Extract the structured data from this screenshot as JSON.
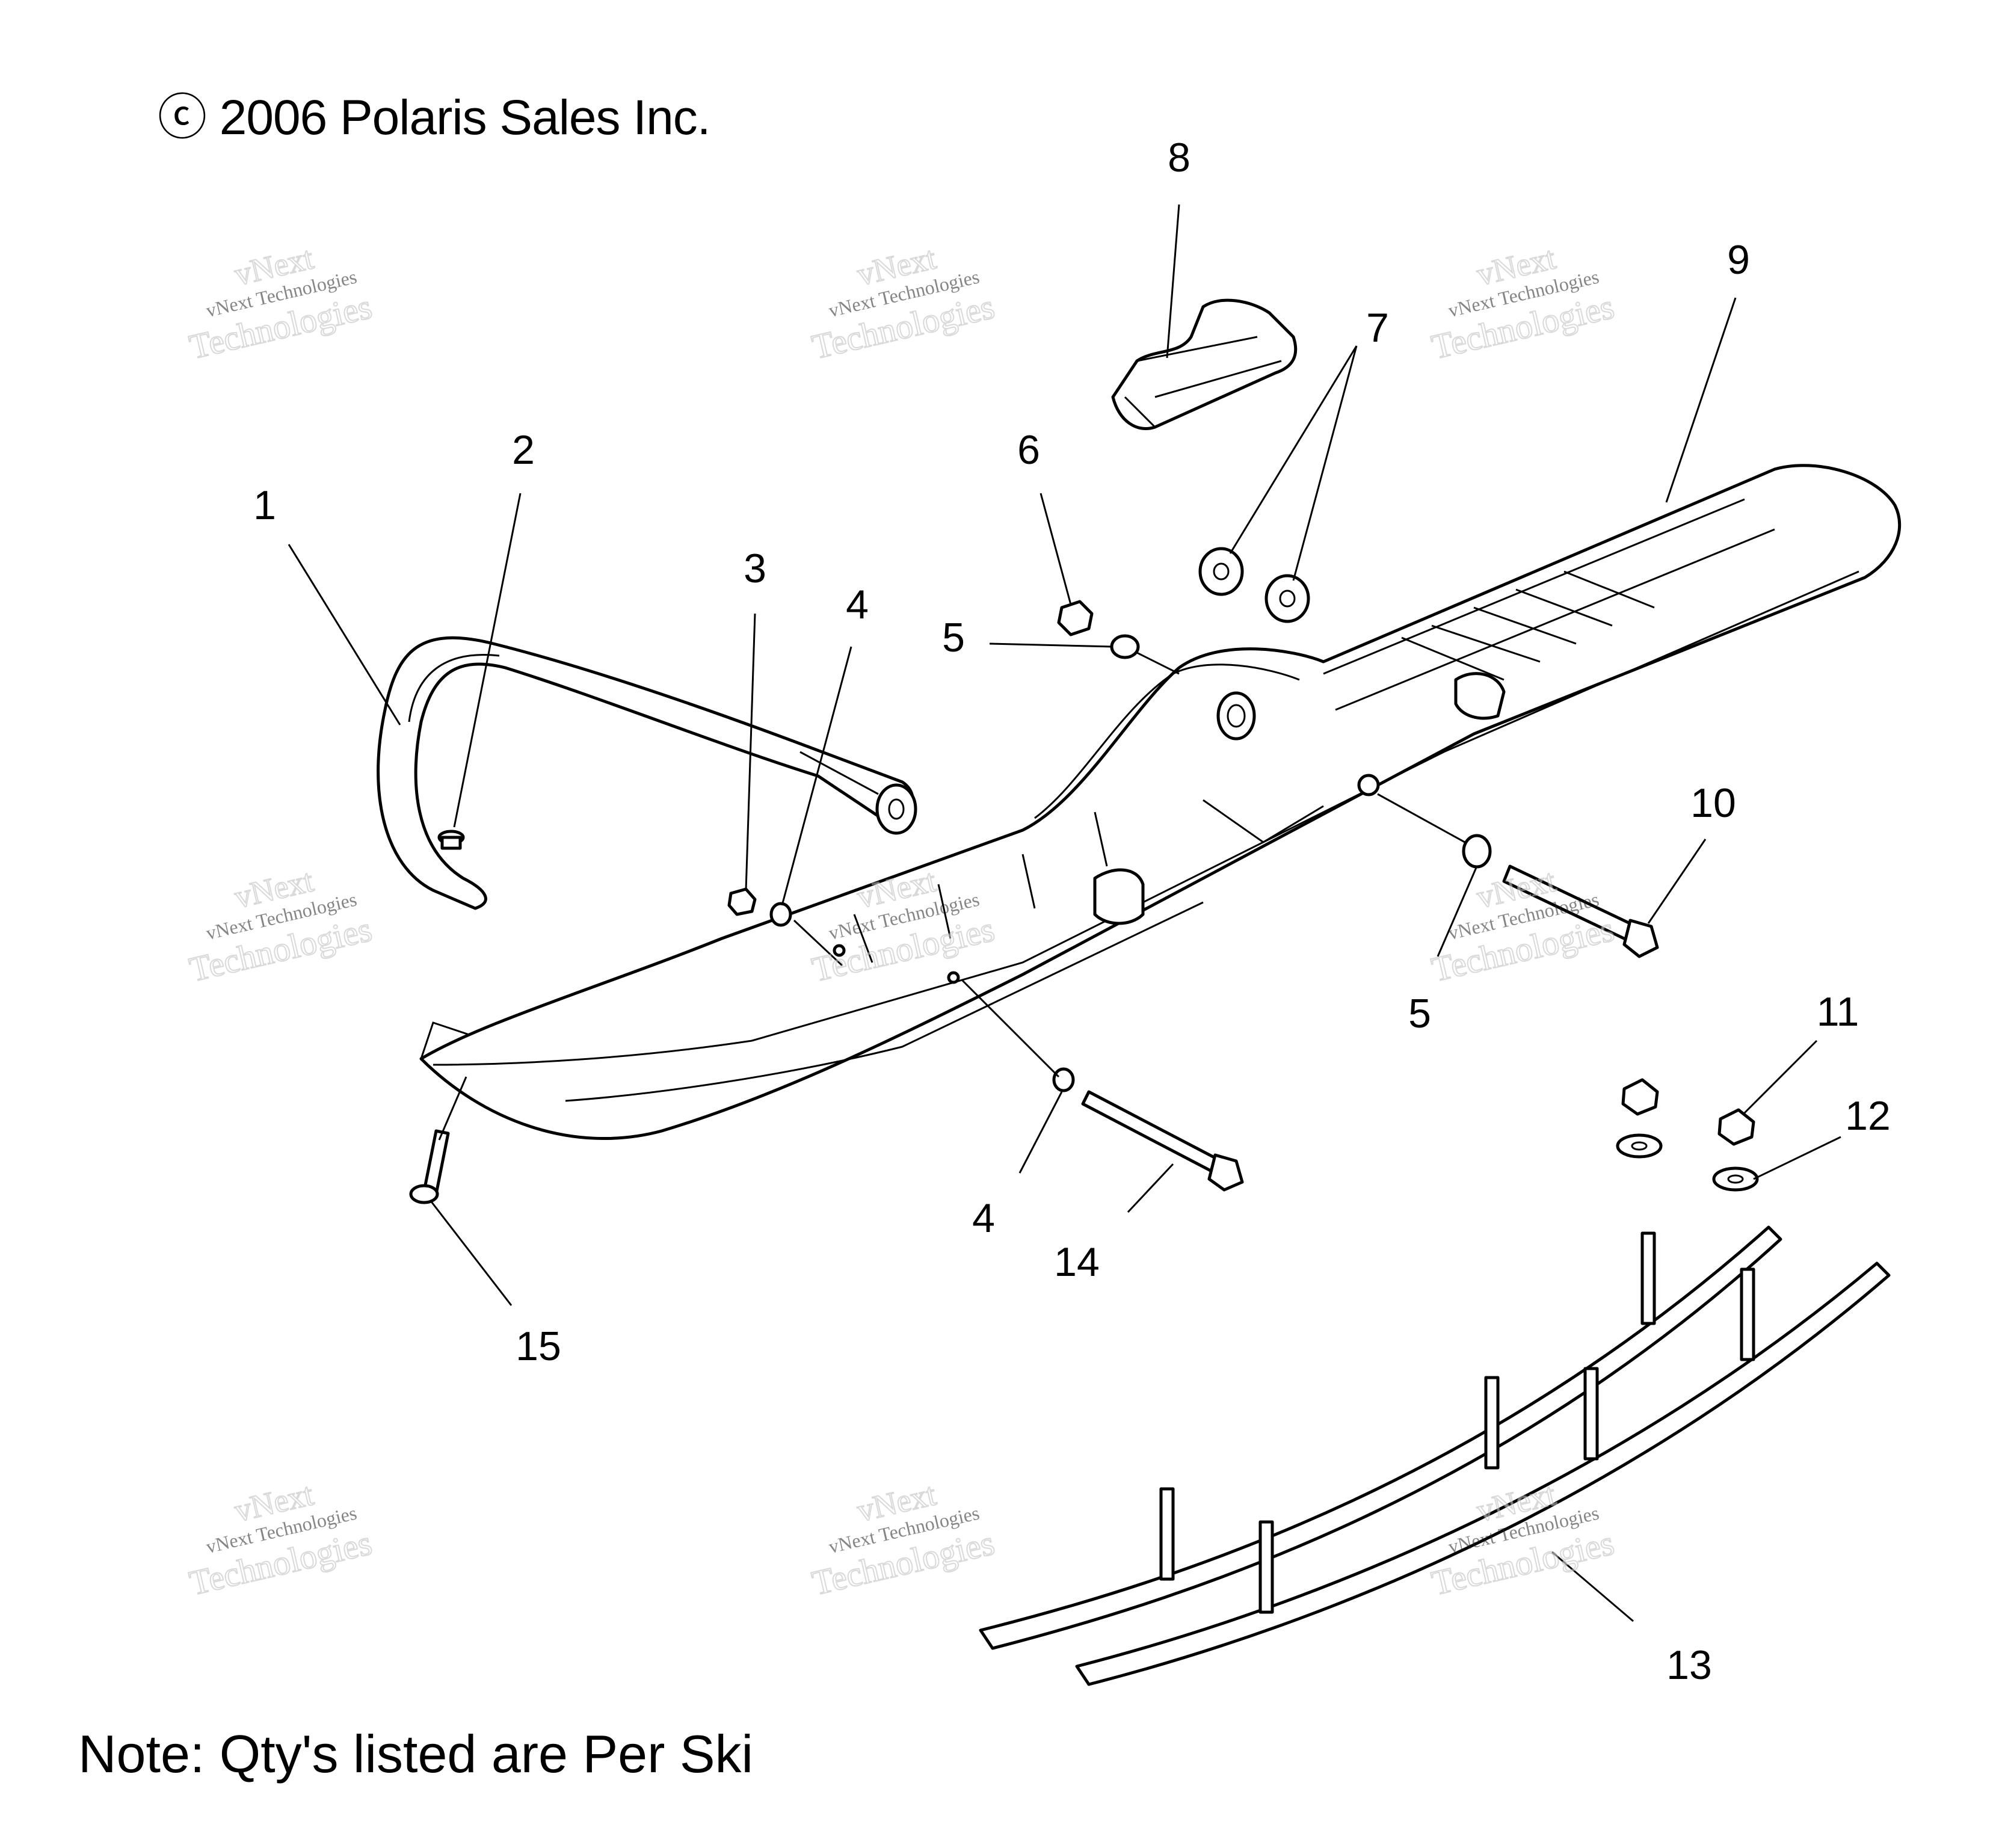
{
  "copyright": "ⓒ 2006 Polaris Sales Inc.",
  "note": "Note: Qty's listed are Per Ski",
  "watermark": {
    "line1": "vNext",
    "line2": "vNext Technologies",
    "line3": "Technologies"
  },
  "callouts": {
    "c1": "1",
    "c2": "2",
    "c3": "3",
    "c4a": "4",
    "c4b": "4",
    "c5a": "5",
    "c5b": "5",
    "c6": "6",
    "c7": "7",
    "c8": "8",
    "c9": "9",
    "c10": "10",
    "c11": "11",
    "c12": "12",
    "c13": "13",
    "c14": "14",
    "c15": "15"
  }
}
